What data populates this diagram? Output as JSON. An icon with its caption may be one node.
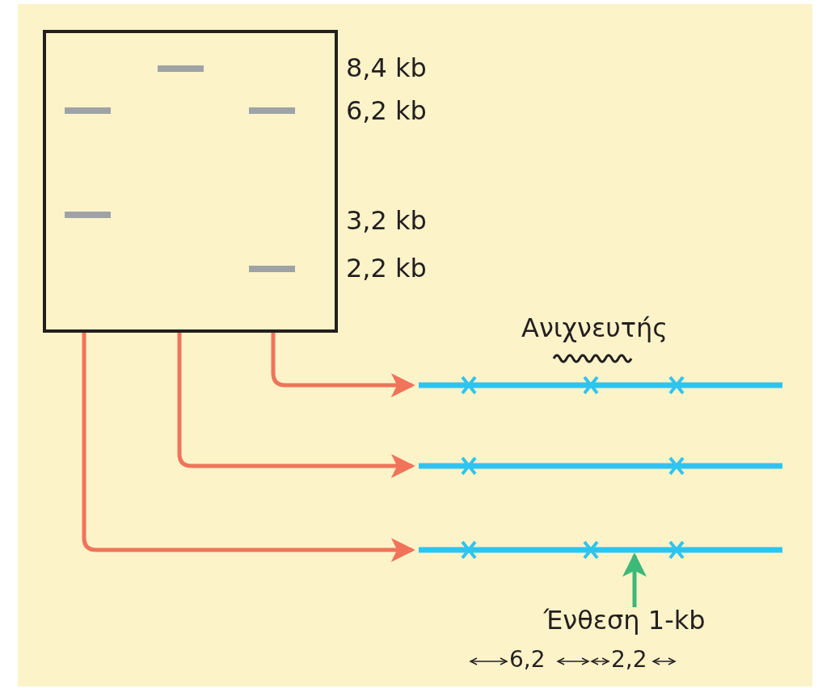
{
  "diagram": {
    "nodes": [
      {
        "text": [],
        "shape": "box",
        "beside": [
          "8,4 kb",
          "6,2 kb",
          "3,2 kb",
          "2,2 kb"
        ]
      },
      {
        "text": [],
        "shape": "bar"
      },
      {
        "text": [],
        "shape": "bar"
      },
      {
        "text": [],
        "shape": "bar"
      },
      {
        "text": [
          "Ένθεση 1-kb"
        ]
      }
    ],
    "edges": [
      {
        "from": 0,
        "to": 1,
        "arrow": "to"
      },
      {
        "from": 0,
        "to": 2,
        "arrow": "to"
      },
      {
        "from": 0,
        "to": 3,
        "arrow": "to"
      },
      {
        "from": 4,
        "to": 3,
        "arrow": "to",
        "color": "#3cb878"
      }
    ],
    "labels": [
      "Ανιχνευτής",
      "6,2",
      "2,2"
    ]
  }
}
